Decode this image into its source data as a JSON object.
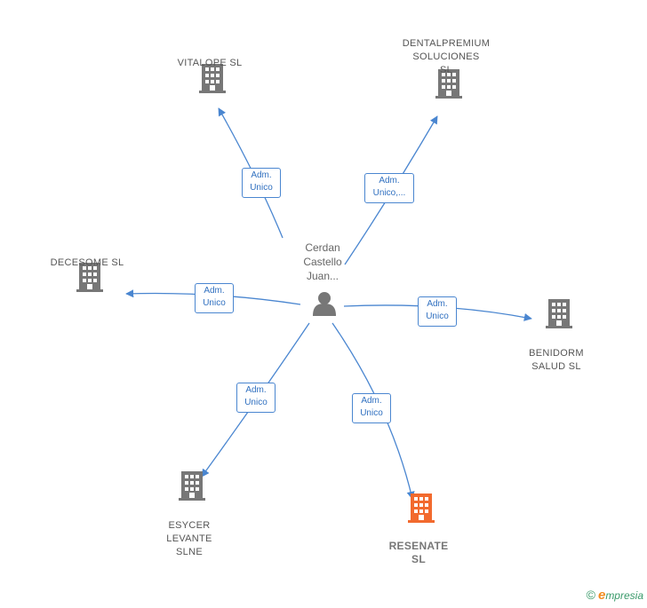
{
  "center": {
    "name": "Cerdan\nCastello\nJuan...",
    "icon": "person-icon"
  },
  "colors": {
    "edge": "#4a86d0",
    "building": "#777777",
    "highlight": "#f26a2e"
  },
  "companies": [
    {
      "id": "vitalope",
      "name": "VITALOPE  SL",
      "relation": "Adm.\nUnico",
      "highlighted": false
    },
    {
      "id": "dentalpremium",
      "name": "DENTALPREMIUM\nSOLUCIONES\nSL",
      "relation": "Adm.\nUnico,...",
      "highlighted": false
    },
    {
      "id": "decesome",
      "name": "DECESOME  SL",
      "relation": "Adm.\nUnico",
      "highlighted": false
    },
    {
      "id": "benidorm",
      "name": "BENIDORM\nSALUD  SL",
      "relation": "Adm.\nUnico",
      "highlighted": false
    },
    {
      "id": "esycer",
      "name": "ESYCER\nLEVANTE\nSLNE",
      "relation": "Adm.\nUnico",
      "highlighted": false
    },
    {
      "id": "resenate",
      "name": "RESENATE\nSL",
      "relation": "Adm.\nUnico",
      "highlighted": true
    }
  ],
  "brand": {
    "copyright": "©",
    "initial": "e",
    "rest": "mpresia"
  }
}
